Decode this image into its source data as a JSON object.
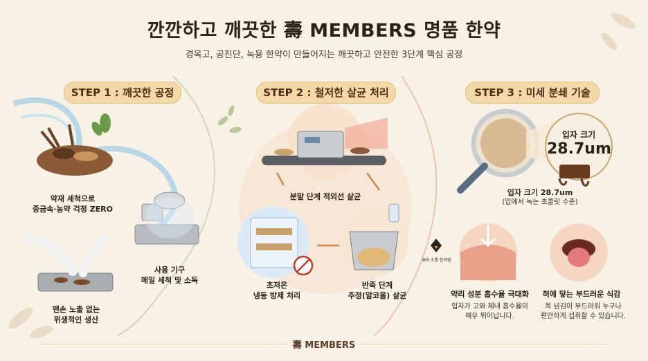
{
  "header": {
    "title": "깐깐하고 깨끗한 壽 MEMBERS 명품 한약",
    "subtitle": "경옥고, 공진단, 녹용 한약이 만들어지는 깨끗하고 안전한 3단계 핵심 공정"
  },
  "step1": {
    "label": "STEP 1 : 깨끗한 공정",
    "herbs_caption": [
      "약재 세척으로",
      "중금속·농약 걱정 ZERO"
    ],
    "tools_caption": [
      "사용 기구",
      "매일 세척 및 소독"
    ],
    "hands_caption": [
      "맨손 노출 없는",
      "위생적인 생산"
    ]
  },
  "step2": {
    "label": "STEP 2 : 철저한 살균 처리",
    "uv_caption": "분말 단계 적외선 살균",
    "freeze_caption": [
      "초저온",
      "냉동 방제 처리"
    ],
    "alcohol_caption": [
      "반죽 단계",
      "주정(알코올) 살균"
    ],
    "logo_text": "365 소통 한의원"
  },
  "step3": {
    "label": "STEP 3 : 미세 분쇄 기술",
    "particle_label": "입자 크기",
    "particle_value": "28.7um",
    "size_caption": "입자 크기 28.7um",
    "size_sub": "(입에서 녹는 초콜릿 수준)",
    "absorb_title": "약리 성분 흡수율 극대화",
    "absorb_desc": [
      "입자가 고와 체내 흡수율이",
      "매우 뛰어납니다."
    ],
    "tongue_title": "혀에 닿는 부드러운 식감",
    "tongue_desc": [
      "목 넘김이 부드러워 누구나",
      "편안하게 섭취할 수 있습니다."
    ]
  },
  "footer": {
    "brand": "壽 MEMBERS"
  },
  "colors": {
    "pill": "#f3d9a8",
    "accent": "#c47a3a",
    "background": "#f7f1e6"
  }
}
